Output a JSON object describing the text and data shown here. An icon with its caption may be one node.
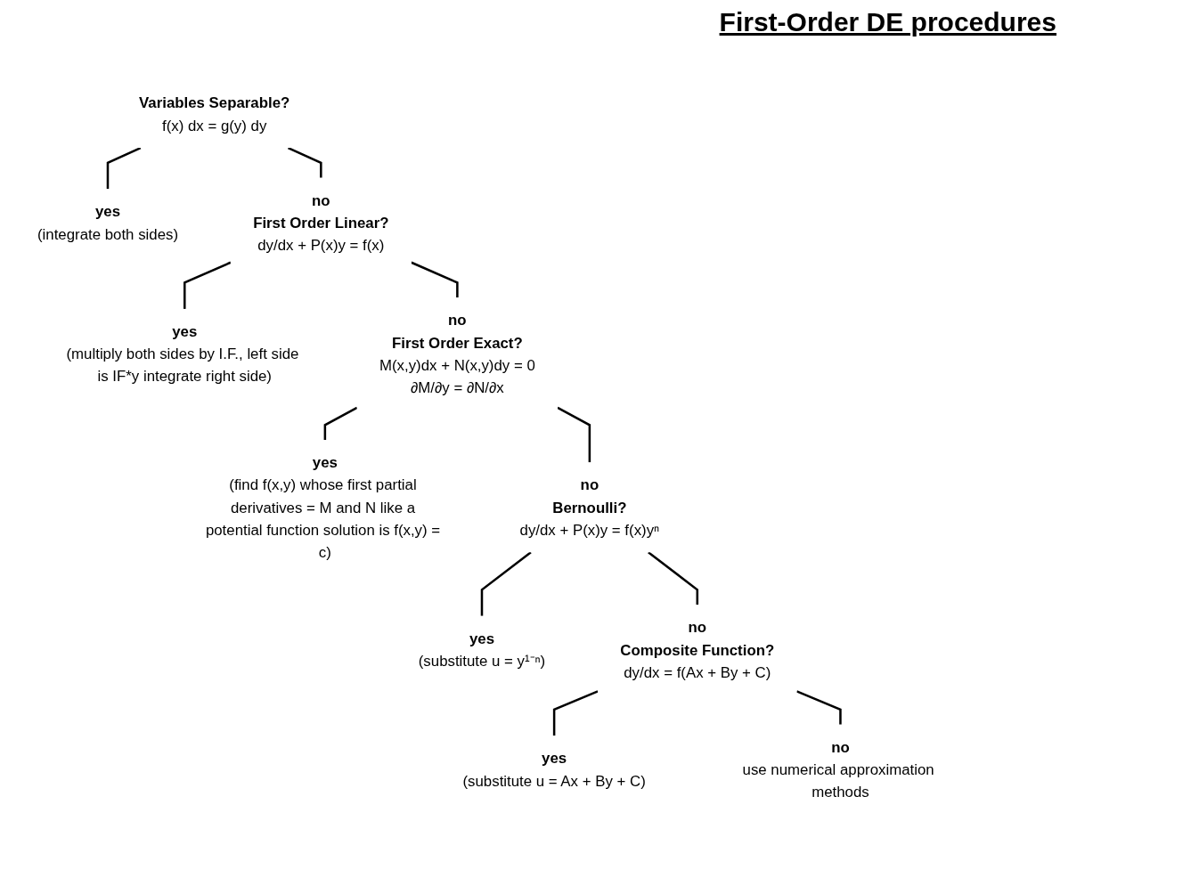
{
  "diagram": {
    "title": "First-Order DE procedures",
    "nodes": [
      {
        "text": [
          "Variables Separable?",
          "f(x) dx = g(y) dy"
        ]
      },
      {
        "text": [
          "yes",
          "(integrate both sides)"
        ]
      },
      {
        "text": [
          "no",
          "First Order Linear?",
          "dy/dx + P(x)y = f(x)"
        ]
      },
      {
        "text": [
          "yes",
          "(multiply both sides by I.F., left side is IF*y integrate right side)"
        ]
      },
      {
        "text": [
          "no",
          "First Order Exact?",
          "M(x,y)dx + N(x,y)dy = 0",
          "∂M/∂y = ∂N/∂x"
        ]
      },
      {
        "text": [
          "yes",
          "(find f(x,y) whose first partial derivatives = M and N like a potential function solution is f(x,y) = c)"
        ]
      },
      {
        "text": [
          "no",
          "Bernoulli?",
          "dy/dx + P(x)y = f(x)yⁿ"
        ]
      },
      {
        "text": [
          "yes",
          "(substitute u = y¹⁻ⁿ)"
        ]
      },
      {
        "text": [
          "no",
          "Composite Function?",
          "dy/dx = f(Ax + By + C)"
        ]
      },
      {
        "text": [
          "yes",
          "(substitute u = Ax + By + C)"
        ]
      },
      {
        "text": [
          "no",
          "use numerical approximation methods"
        ]
      }
    ],
    "edges": [
      {
        "from": 0,
        "to": 1,
        "arrow": "none"
      },
      {
        "from": 0,
        "to": 2,
        "arrow": "none"
      },
      {
        "from": 2,
        "to": 3,
        "arrow": "none"
      },
      {
        "from": 2,
        "to": 4,
        "arrow": "none"
      },
      {
        "from": 4,
        "to": 5,
        "arrow": "none"
      },
      {
        "from": 4,
        "to": 6,
        "arrow": "none"
      },
      {
        "from": 6,
        "to": 7,
        "arrow": "none"
      },
      {
        "from": 6,
        "to": 8,
        "arrow": "none"
      },
      {
        "from": 8,
        "to": 9,
        "arrow": "none"
      },
      {
        "from": 8,
        "to": 10,
        "arrow": "none"
      }
    ]
  }
}
